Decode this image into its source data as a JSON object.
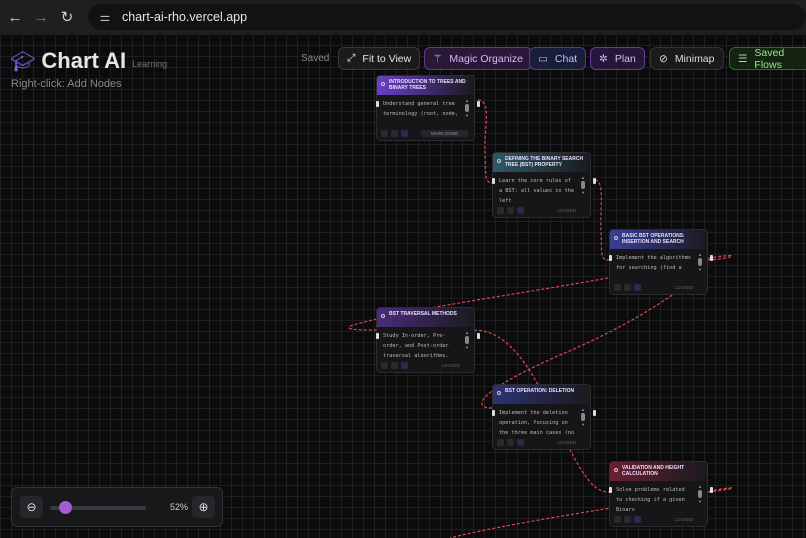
{
  "browser": {
    "url": "chart-ai-rho.vercel.app"
  },
  "app": {
    "name": "Chart AI",
    "subtitle": "Learning",
    "hint": "Right-click: Add Nodes",
    "status": "Saved"
  },
  "toolbar": [
    {
      "label": "Fit to View",
      "icon": "expand-icon"
    },
    {
      "label": "Magic Organize",
      "icon": "magic-wand-icon"
    },
    {
      "label": "Chat",
      "icon": "chat-icon"
    },
    {
      "label": "Plan",
      "icon": "sparkles-icon"
    },
    {
      "label": "Minimap",
      "icon": "eye-off-icon"
    },
    {
      "label": "Saved Flows",
      "icon": "database-icon"
    }
  ],
  "nodes": [
    {
      "title": "INTRODUCTION TO TREES AND BINARY TREES",
      "body": "Understand general tree terminology (root, node,",
      "footer": "MARK DONE",
      "color": "#6a3fc8"
    },
    {
      "title": "DEFINING THE BINARY SEARCH TREE (BST) PROPERTY",
      "body": "Learn the core rules of a BST: all values in the left",
      "footer": "LOCKED",
      "color": "#2e5a66"
    },
    {
      "title": "BASIC BST OPERATIONS: INSERTION AND SEARCH",
      "body": "Implement the algorithms for searching (find a",
      "footer": "LOCKED",
      "color": "#3a3f98"
    },
    {
      "title": "BST TRAVERSAL METHODS",
      "body": "Study In-order, Pre-order, and Post-order traversal algorithms. Understand why",
      "footer": "LOCKED",
      "color": "#4a2c7c"
    },
    {
      "title": "BST OPERATION: DELETION",
      "body": "Implement the deletion operation, focusing on the three main cases (no",
      "footer": "LOCKED",
      "color": "#2c3272"
    },
    {
      "title": "VALIDATION AND HEIGHT CALCULATION",
      "body": "Solve problems related to checking if a given Binary",
      "footer": "LOCKED",
      "color": "#6b2032"
    }
  ],
  "zoom": {
    "value": "52%",
    "level": 0.52
  },
  "colors": {
    "accent": "#a15ad8",
    "edge": "#e0474f"
  }
}
